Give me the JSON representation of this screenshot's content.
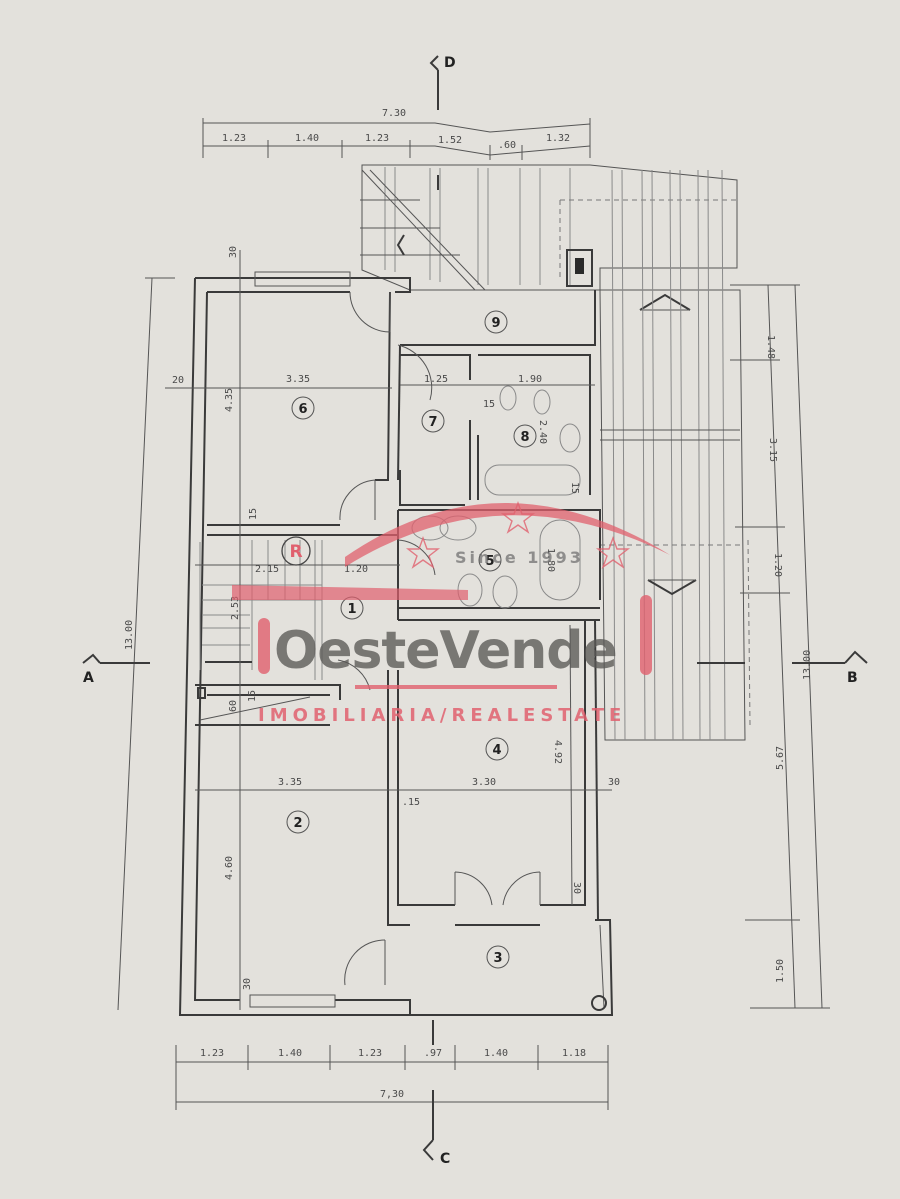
{
  "drawing": {
    "type": "architectural floor plan",
    "background_color": "#e3e1dc",
    "line_color": "#3a3a3a"
  },
  "section_markers": {
    "top": "D",
    "bottom": "C",
    "left": "A",
    "right": "B"
  },
  "dimensions": {
    "top_total": "7.30",
    "top_segments": [
      "1.23",
      "1.40",
      "1.23",
      "1.52",
      ".60",
      "1.32"
    ],
    "bottom_total": "7,30",
    "bottom_segments": [
      "1.23",
      "1.40",
      "1.23",
      ".97",
      "1.40",
      "1.18"
    ],
    "left_total": "13.00",
    "left_wall": "20",
    "right_total": "13.00",
    "right_segments": [
      "1.48",
      "3.15",
      "1.20",
      "5.67",
      "1.50"
    ],
    "interior": {
      "room6_width": "3.35",
      "room6_height": "4.35",
      "room6_top_wall": "30",
      "room6_bottom_wall": "15",
      "room7_width": "1.25",
      "room8_width": "1.90",
      "room8_height": "2.40",
      "room8_wall": "15",
      "room8_right": "15",
      "stair_width": "2.15",
      "stair_depth": "2.53",
      "hall_width": "1.20",
      "room5_height": "1.80",
      "closet_a": "60",
      "closet_b": "15",
      "room2_width": "3.35",
      "room2_height": "4.60",
      "room2_bottom_wall": "30",
      "room4_width": "3.30",
      "room4_height": "4.92",
      "room4_wall": ".15",
      "room4_right_wall": "30",
      "room4_bottom_wall": "30"
    }
  },
  "rooms": [
    {
      "number": "1",
      "label": "1"
    },
    {
      "number": "2",
      "label": "2"
    },
    {
      "number": "3",
      "label": "3"
    },
    {
      "number": "4",
      "label": "4"
    },
    {
      "number": "5",
      "label": "5"
    },
    {
      "number": "6",
      "label": "6"
    },
    {
      "number": "7",
      "label": "7"
    },
    {
      "number": "8",
      "label": "8"
    },
    {
      "number": "9",
      "label": "9"
    }
  ],
  "watermark": {
    "brand": "OesteVende",
    "tagline": "IMOBILIARIA/REALESTATE",
    "since": "Since 1993",
    "registered_mark": "R",
    "accent_color": "#e0606e",
    "text_color": "#5a5856",
    "stars": 4
  }
}
